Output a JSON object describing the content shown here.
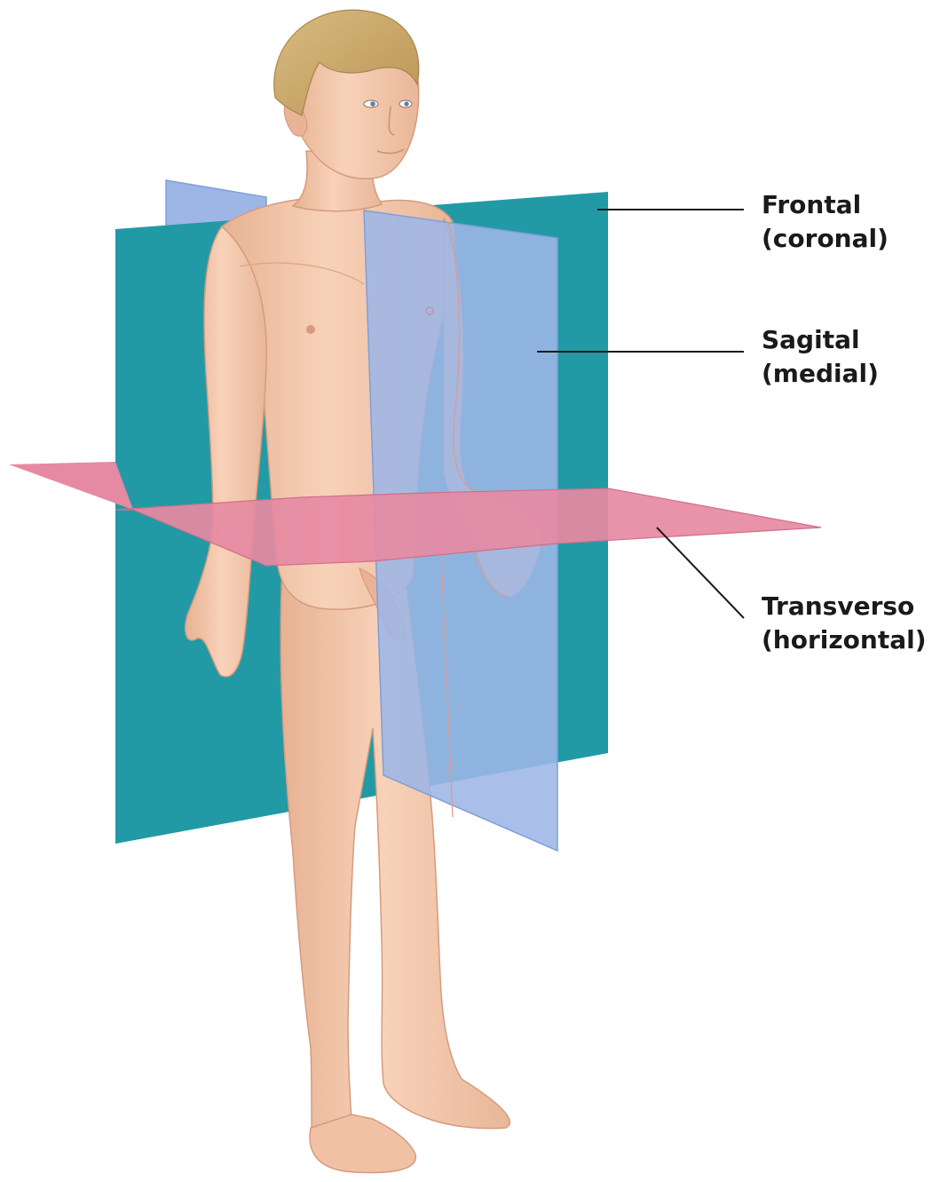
{
  "colors": {
    "frontal_plane": "#229aa6",
    "sagittal_plane": "#9db6e6",
    "transverse_plane": "#e68aa3",
    "skin": "#f5c9ad",
    "skin_shadow": "#dca487",
    "hair": "#cfae72",
    "leader_line": "#1a1a1a"
  },
  "labels": {
    "frontal": {
      "name": "Frontal",
      "alt": "(coronal)"
    },
    "sagittal": {
      "name": "Sagital",
      "alt": "(medial)"
    },
    "transverse": {
      "name": "Transverso",
      "alt": "(horizontal)"
    }
  },
  "icons": [
    "human-figure-illustration"
  ]
}
